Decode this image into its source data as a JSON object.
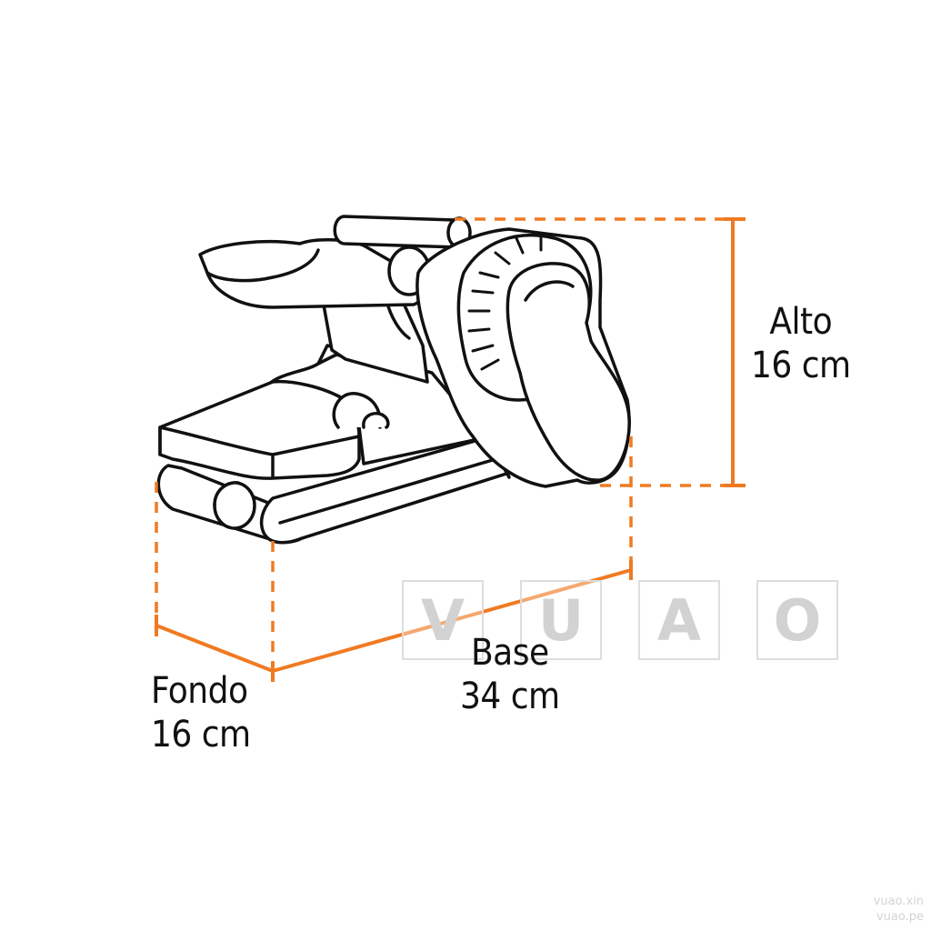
{
  "dimensions": {
    "height": {
      "name": "Alto",
      "value": "16 cm"
    },
    "width": {
      "name": "Base",
      "value": "34 cm"
    },
    "depth": {
      "name": "Fondo",
      "value": "16 cm"
    }
  },
  "watermark": {
    "letters": [
      "V",
      "U",
      "A",
      "O"
    ],
    "urls": [
      "vuao.xin",
      "vuao.pe"
    ]
  },
  "colors": {
    "dimension_line": "#F07A22",
    "outline": "#111111",
    "fill": "#ffffff"
  },
  "icons": [
    "belt-sander-illustration"
  ]
}
